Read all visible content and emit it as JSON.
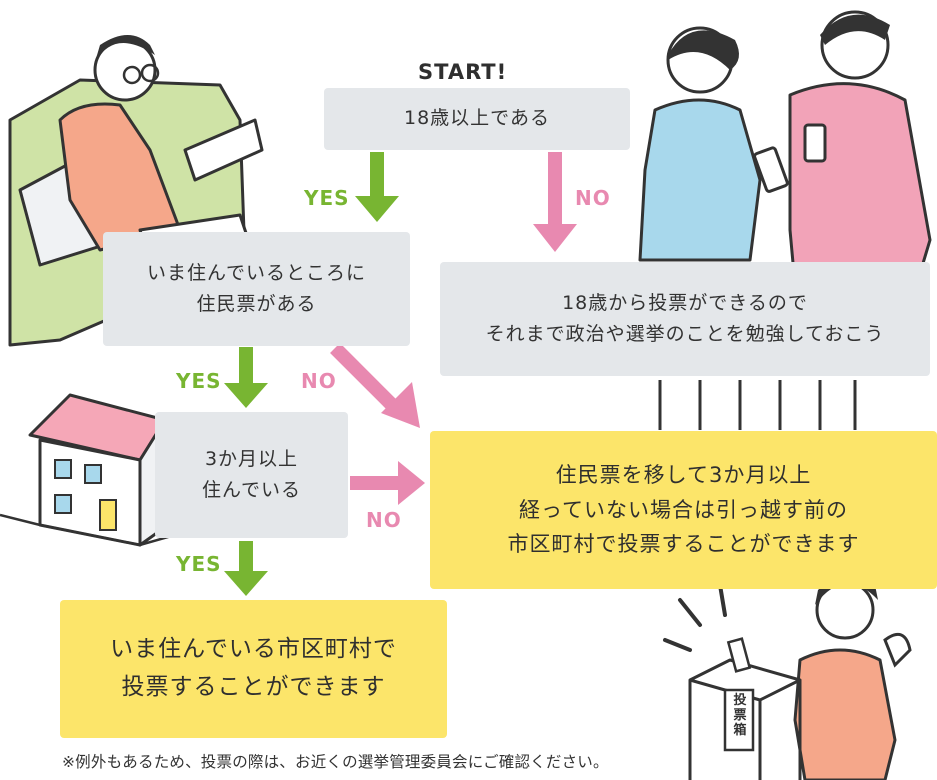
{
  "start_label": "START!",
  "nodes": {
    "age_check": "18歳以上である",
    "residence_registered": [
      "いま住んでいるところに",
      "住民票がある"
    ],
    "three_months": [
      "3か月以上",
      "住んでいる"
    ],
    "under_18": [
      "18歳から投票ができるので",
      "それまで政治や選挙のことを勉強しておこう"
    ],
    "moved_recently": [
      "住民票を移して3か月以上",
      "経っていない場合は引っ越す前の",
      "市区町村で投票することができます"
    ],
    "can_vote_here": [
      "いま住んでいる市区町村で",
      "投票することができます"
    ]
  },
  "edge_labels": {
    "yes": "YES",
    "no": "NO"
  },
  "ballot_box_label": "投票箱",
  "footnote": "※例外もあるため、投票の際は、お近くの選挙管理委員会にご確認ください。",
  "colors": {
    "yes_arrow": "#78b532",
    "no_arrow": "#e889b0",
    "question_box": "#e4e7ea",
    "result_box": "#fce56a"
  }
}
